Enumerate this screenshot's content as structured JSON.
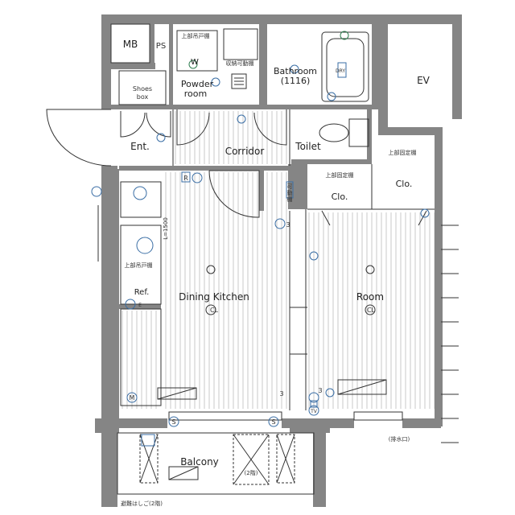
{
  "rooms": {
    "mb": "MB",
    "ps": "PS",
    "ev": "EV",
    "bathroom": "Bathroom",
    "bathroom_size": "(1116)",
    "powder_room_1": "Powder",
    "powder_room_2": "room",
    "shoes_box_1": "Shoes",
    "shoes_box_2": "box",
    "entrance": "Ent.",
    "corridor": "Corridor",
    "toilet": "Toilet",
    "dining_kitchen": "Dining Kitchen",
    "room": "Room",
    "closet_1": "Clo.",
    "closet_2": "Clo.",
    "refrigerator": "Ref.",
    "balcony": "Balcony",
    "washer": "W"
  },
  "annotations": {
    "upper_shelf_1": "上部吊戸棚",
    "storage_shelf": "収納可動棚",
    "upper_fixed_shelf_1": "上部固定棚",
    "upper_fixed_shelf_2": "上部固定棚",
    "movable_shelf_1": "可",
    "movable_shelf_2": "動",
    "movable_shelf_3": "棚",
    "upper_hanging_shelf": "上部吊戸棚",
    "ceiling_height": "L=1500",
    "second_floor": "(2階)",
    "evacuation_ladder": "避難はしご(2階)",
    "drain": "(排水口)",
    "dry": "DRY"
  },
  "symbols": {
    "cl": "CL",
    "r": "R",
    "m": "M",
    "s": "S",
    "tv": "TV",
    "three": "3",
    "e": "E"
  },
  "colors": {
    "wall": "#858585",
    "line": "#333333",
    "blue": "#3a6ea5",
    "green": "#2e7d4f"
  }
}
